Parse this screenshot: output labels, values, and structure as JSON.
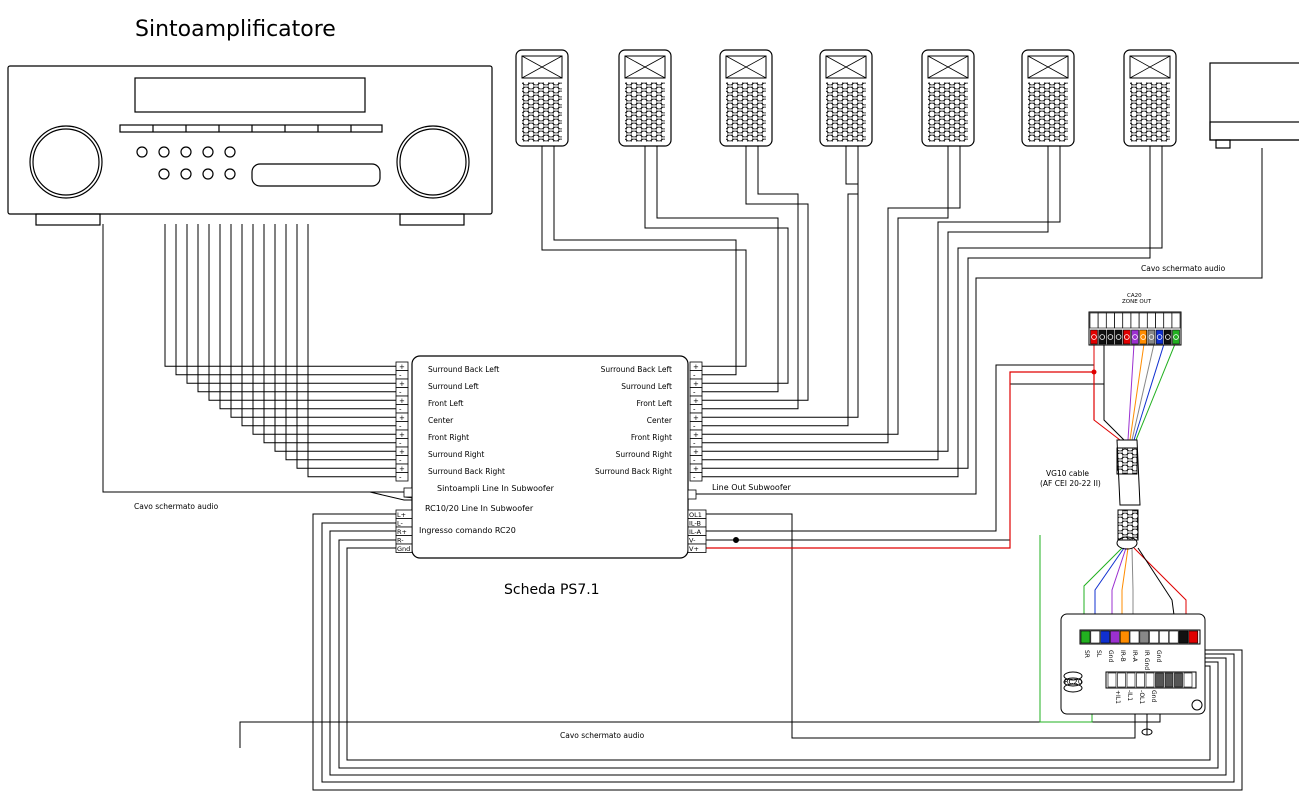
{
  "title": "Sintoamplificatore",
  "board_title": "Scheda PS7.1",
  "ps71": {
    "left_channels": [
      "Surround Back Left",
      "Surround Left",
      "Front Left",
      "Center",
      "Front Right",
      "Surround Right",
      "Surround Back Right"
    ],
    "right_channels": [
      "Surround Back Left",
      "Surround Left",
      "Front Left",
      "Center",
      "Front Right",
      "Surround Right",
      "Surround Back Right"
    ],
    "sub_in_label": "Sintoampli Line In Subwoofer",
    "sub_out_label": "Line Out Subwoofer",
    "rc_line_label": "RC10/20 Line In Subwoofer",
    "rc_cmd_label": "Ingresso comando RC20",
    "left_rc_terminals": [
      "L+",
      "L-",
      "R+",
      "R-",
      "Gnd"
    ],
    "right_rc_terminals": [
      "OL1",
      "IL-B",
      "IL-A",
      "V-",
      "V+"
    ],
    "plus": "+",
    "minus": "-"
  },
  "cables": {
    "shield_left": "Cavo schermato audio",
    "shield_right": "Cavo schermato audio",
    "shield_bottom": "Cavo schermato audio",
    "vg10_line1": "VG10 cable",
    "vg10_line2": "(AF CEI 20-22 II)"
  },
  "ca20": {
    "label1": "CA20",
    "label2": "ZONE OUT",
    "terminal_colors": [
      "#e00000",
      "#111111",
      "#111111",
      "#111111",
      "#e00000",
      "#9b30d0",
      "#ff8c00",
      "#888888",
      "#1030d0",
      "#111111",
      "#22b020"
    ]
  },
  "rc20": {
    "label": "RC20",
    "pin_labels": [
      "SR",
      "SL",
      "Gnd",
      "IR-B",
      "IR-A",
      "IR Gnd",
      "Gnd"
    ],
    "bottom_labels": [
      "+IL1",
      "-IL1",
      "-OL1",
      "Gnd"
    ]
  },
  "colors": {
    "red": "#e00000",
    "green": "#22b020",
    "blue": "#1030d0",
    "purple": "#9b30d0",
    "orange": "#ff8c00",
    "line": "#000000"
  }
}
